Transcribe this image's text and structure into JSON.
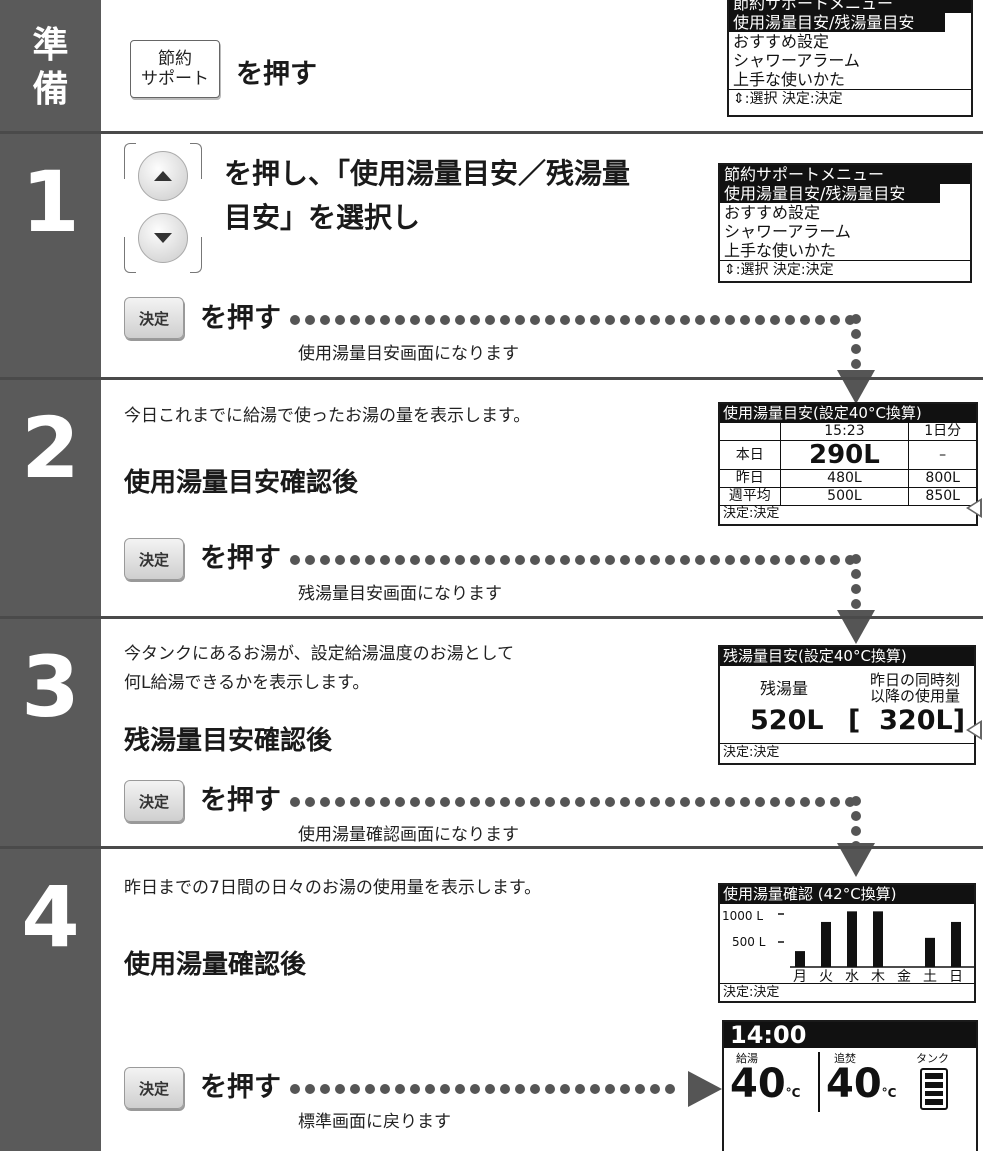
{
  "prep": {
    "label_1": "準",
    "label_2": "備",
    "key_line_1": "節約",
    "key_line_2": "サポート",
    "action": "を押す",
    "lcd_title": "節約サポートメニュー",
    "lcd_items": [
      "使用湯量目安/残湯量目安",
      "おすすめ設定",
      "シャワーアラーム",
      "上手な使いかた"
    ],
    "lcd_footer": "⇕:選択 決定:決定"
  },
  "step1": {
    "number": "1",
    "instruction_line_1": "を押し、「使用湯量目安／残湯量",
    "instruction_line_2": "目安」を選択し",
    "kettei_key": "決定",
    "action": "を押す",
    "result": "使用湯量目安画面になります",
    "lcd_title": "節約サポートメニュー",
    "lcd_items": [
      "使用湯量目安/残湯量目安",
      "おすすめ設定",
      "シャワーアラーム",
      "上手な使いかた"
    ],
    "lcd_footer": "⇕:選択 決定:決定"
  },
  "step2": {
    "number": "2",
    "desc": "今日これまでに給湯で使ったお湯の量を表示します。",
    "heading": "使用湯量目安確認後",
    "kettei_key": "決定",
    "action": "を押す",
    "result": "残湯量目安画面になります",
    "lcd_title": "使用湯量目安(設定40°C換算)",
    "lcd_header": [
      "",
      "15:23",
      "1日分"
    ],
    "lcd_rows": [
      [
        "本日",
        "290L",
        "–"
      ],
      [
        "昨日",
        "480L",
        "800L"
      ],
      [
        "週平均",
        "500L",
        "850L"
      ]
    ],
    "lcd_footer": "決定:決定"
  },
  "step3": {
    "number": "3",
    "desc_line_1": "今タンクにあるお湯が、設定給湯温度のお湯として",
    "desc_line_2": "何L給湯できるかを表示します。",
    "heading": "残湯量目安確認後",
    "kettei_key": "決定",
    "action": "を押す",
    "result": "使用湯量確認画面になります",
    "lcd_title": "残湯量目安(設定40°C換算)",
    "lcd_label_left": "残湯量",
    "lcd_label_right_1": "昨日の同時刻",
    "lcd_label_right_2": "以降の使用量",
    "lcd_value_left": "520L",
    "lcd_value_right": "[  320L]",
    "lcd_footer": "決定:決定"
  },
  "step4": {
    "number": "4",
    "desc": "昨日までの7日間の日々のお湯の使用量を表示します。",
    "heading": "使用湯量確認後",
    "kettei_key": "決定",
    "action": "を押す",
    "result": "標準画面に戻ります",
    "lcd_title": "使用湯量確認 (42°C換算)",
    "lcd_y_label_top": "1000 L",
    "lcd_y_label_mid": "500 L",
    "lcd_footer": "決定:決定",
    "home_time": "14:00",
    "home_label_1": "給湯",
    "home_label_2": "追焚",
    "home_label_3": "タンク",
    "home_temp_1": "40",
    "home_temp_2": "40",
    "home_unit": "°C"
  },
  "chart_data": {
    "type": "bar",
    "title": "使用湯量確認 (42°C換算)",
    "categories": [
      "月",
      "火",
      "水",
      "木",
      "金",
      "土",
      "日"
    ],
    "values": [
      300,
      850,
      1050,
      1050,
      0,
      550,
      850
    ],
    "ylabel_ticks": [
      "500 L",
      "1000 L"
    ],
    "ylim": [
      0,
      1100
    ]
  }
}
